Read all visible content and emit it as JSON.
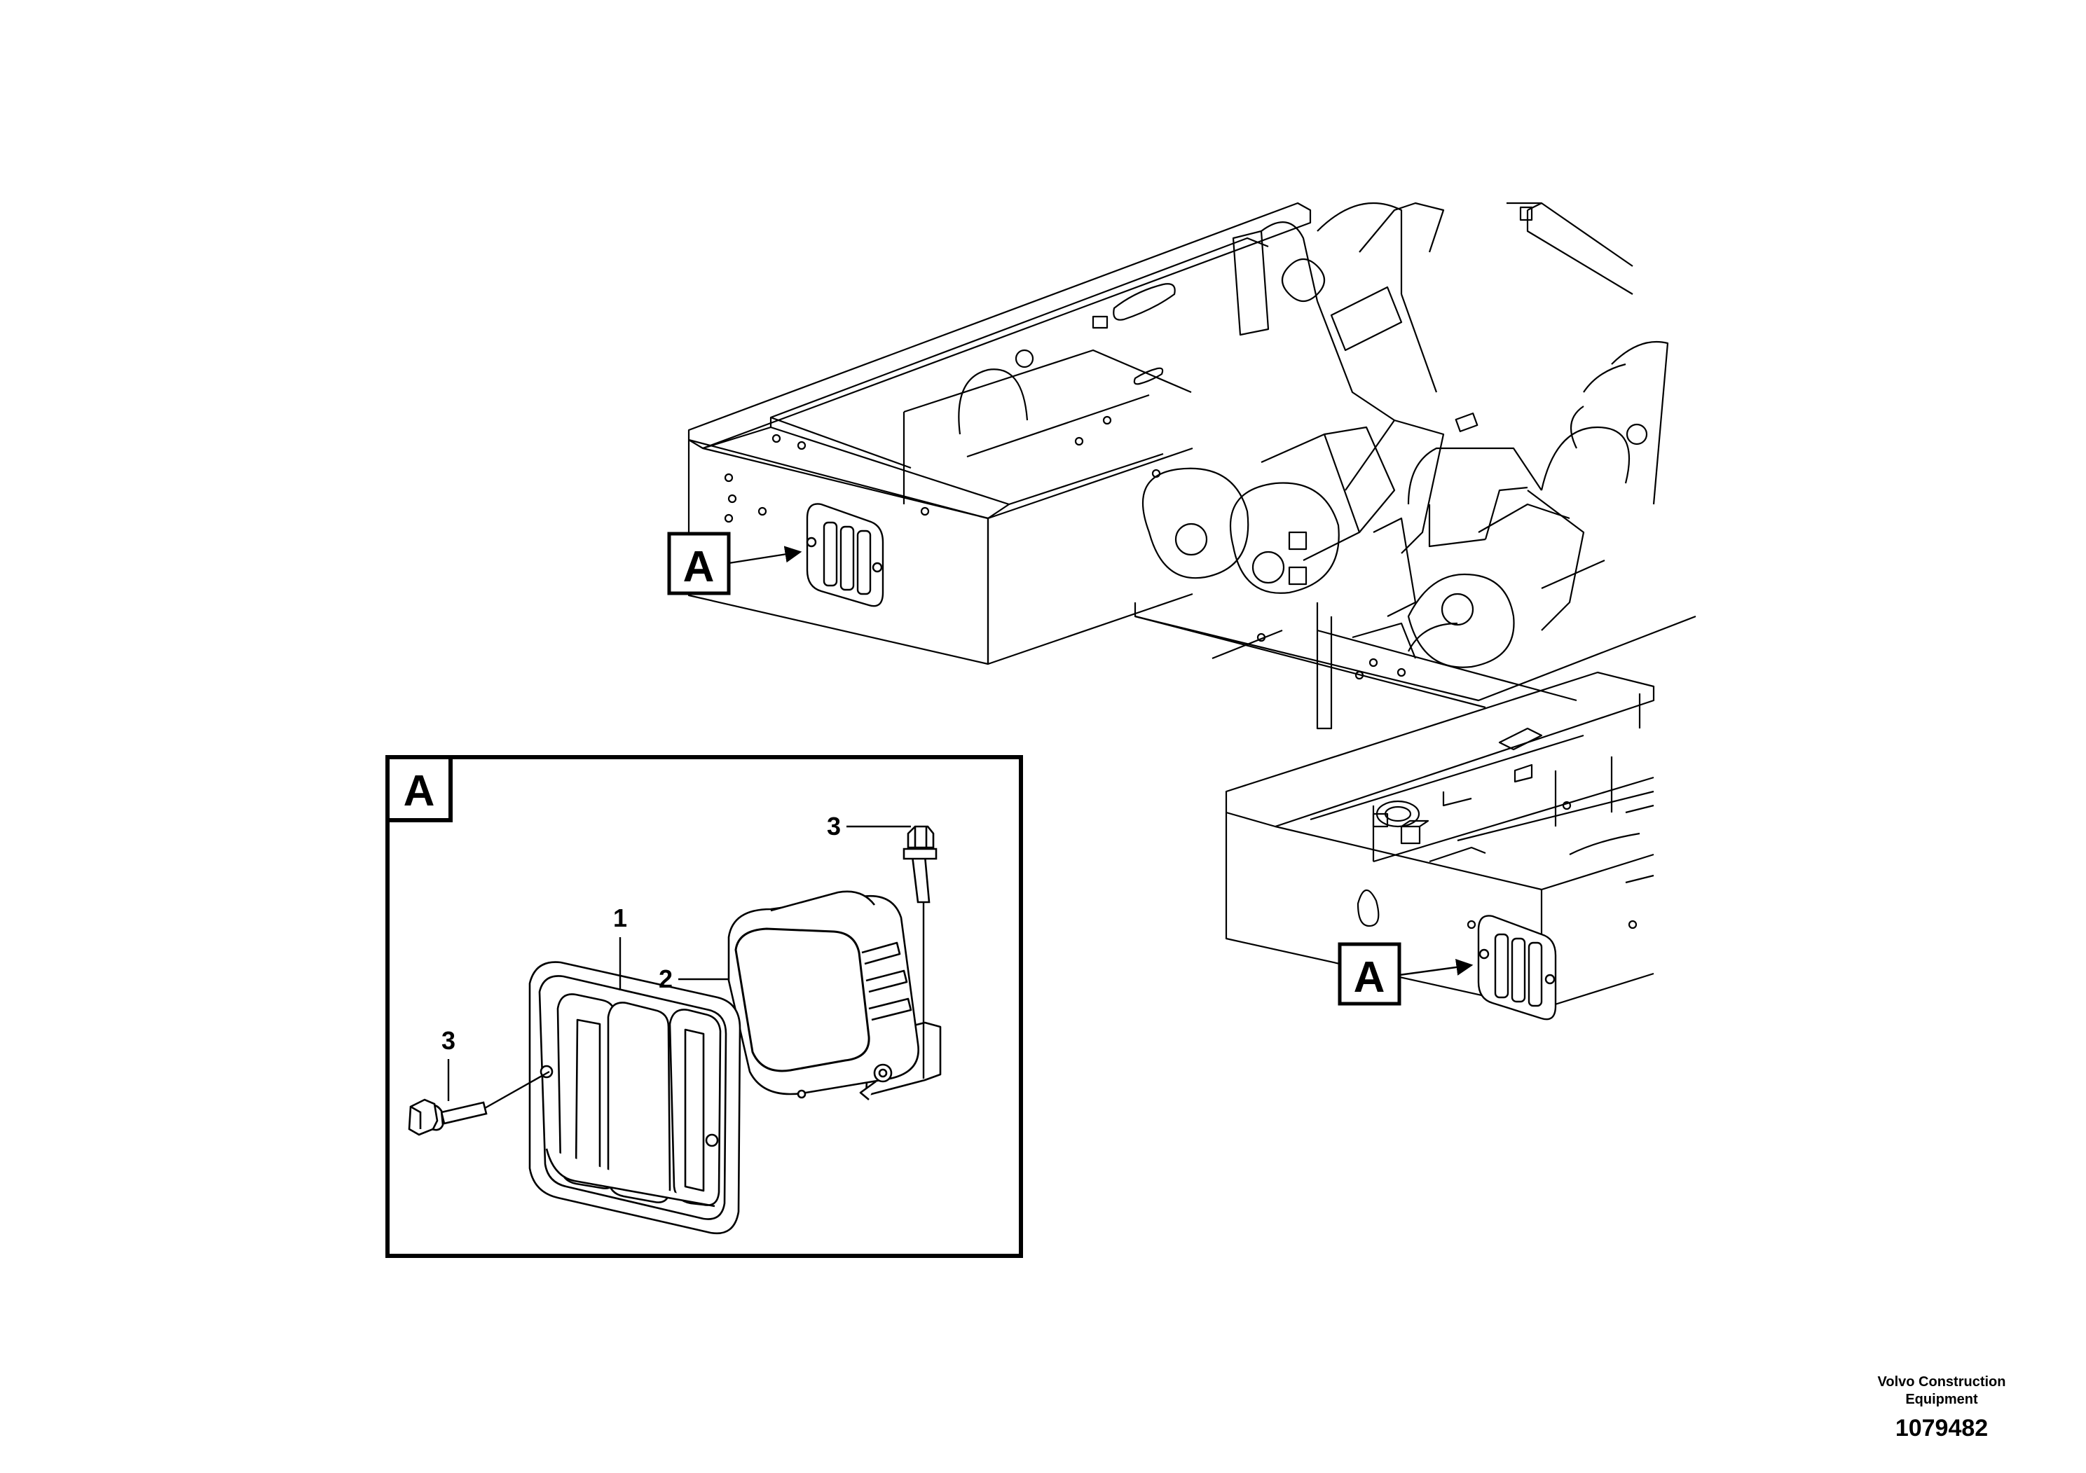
{
  "view_tags": {
    "upper_left": "A",
    "detail_box": "A",
    "lower_right": "A"
  },
  "callouts": {
    "guard": "1",
    "lamp": "2",
    "screw_top": "3",
    "screw_left": "3"
  },
  "footer": {
    "company": "Volvo Construction Equipment",
    "drawing_number": "1079482"
  }
}
